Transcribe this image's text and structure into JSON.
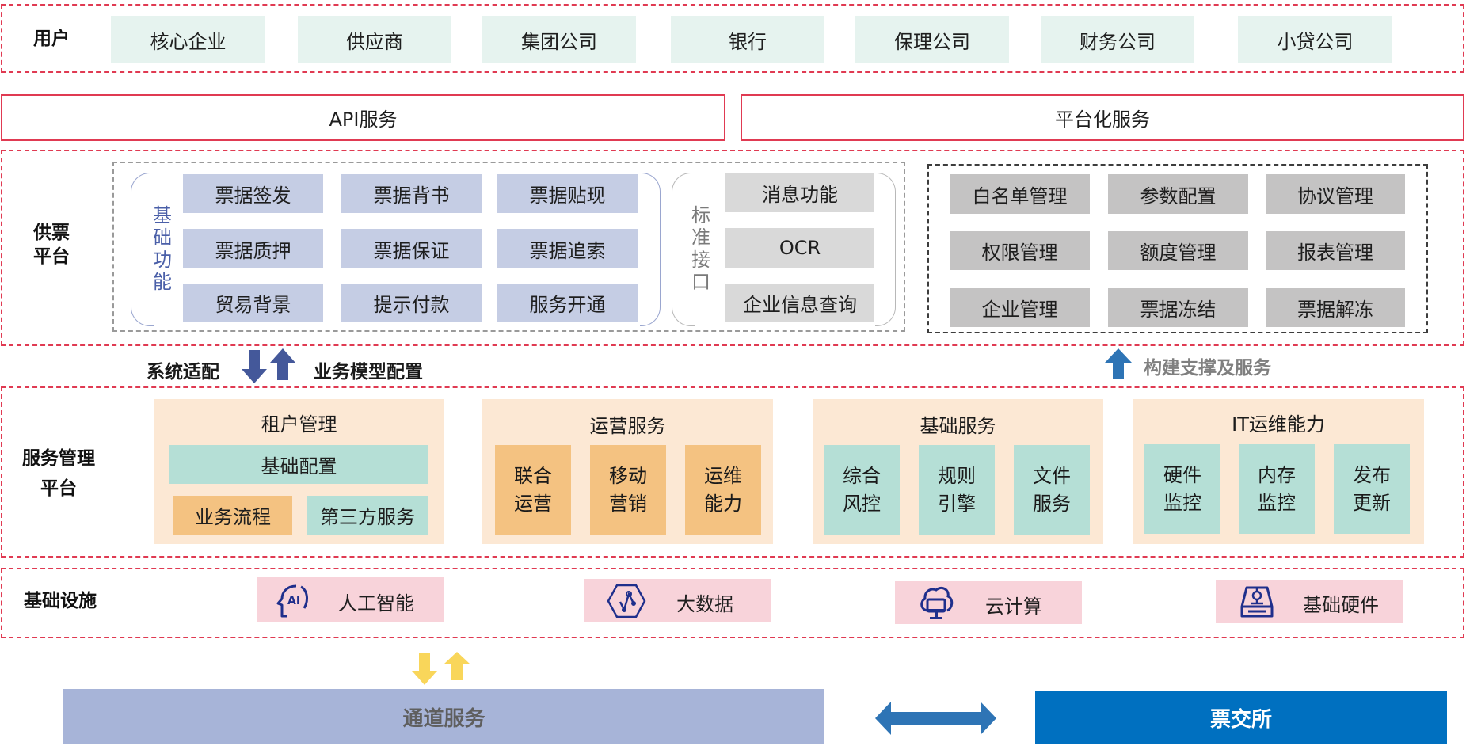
{
  "users": {
    "label": "用户",
    "items": [
      "核心企业",
      "供应商",
      "集团公司",
      "银行",
      "保理公司",
      "财务公司",
      "小贷公司"
    ]
  },
  "services_row": {
    "api": "API服务",
    "platform": "平台化服务"
  },
  "ticket_platform": {
    "label_line1": "供票",
    "label_line2": "平台",
    "basic": {
      "title": "基础功能",
      "items": [
        "票据签发",
        "票据背书",
        "票据贴现",
        "票据质押",
        "票据保证",
        "票据追索",
        "贸易背景",
        "提示付款",
        "服务开通"
      ]
    },
    "standard": {
      "title": "标准接口",
      "items": [
        "消息功能",
        "OCR",
        "企业信息查询"
      ]
    },
    "management": {
      "items": [
        "白名单管理",
        "参数配置",
        "协议管理",
        "权限管理",
        "额度管理",
        "报表管理",
        "企业管理",
        "票据冻结",
        "票据解冻"
      ]
    }
  },
  "connectors": {
    "system_adapt": "系统适配",
    "business_model": "业务模型配置",
    "build_support": "构建支撑及服务"
  },
  "service_mgmt": {
    "label_line1": "服务管理",
    "label_line2": "平台",
    "groups": [
      {
        "title": "租户管理",
        "items": [
          "基础配置",
          "业务流程",
          "第三方服务"
        ]
      },
      {
        "title": "运营服务",
        "items": [
          "联合\n运营",
          "移动\n营销",
          "运维\n能力"
        ]
      },
      {
        "title": "基础服务",
        "items": [
          "综合\n风控",
          "规则\n引擎",
          "文件\n服务"
        ]
      },
      {
        "title": "IT运维能力",
        "items": [
          "硬件\n监控",
          "内存\n监控",
          "发布\n更新"
        ]
      }
    ]
  },
  "infrastructure": {
    "label": "基础设施",
    "items": [
      {
        "label": "人工智能",
        "icon": "ai-head-icon"
      },
      {
        "label": "大数据",
        "icon": "hexagon-chart-icon"
      },
      {
        "label": "云计算",
        "icon": "cloud-monitor-icon"
      },
      {
        "label": "基础硬件",
        "icon": "hardware-drive-icon"
      }
    ]
  },
  "bottom": {
    "channel": "通道服务",
    "exchange": "票交所"
  },
  "colors": {
    "layer_border": "#e03a52",
    "user_chip": "#e6f3ef",
    "blue_chip": "#c5cde4",
    "orange": "#f4c281",
    "teal": "#b5dfd6",
    "group_bg": "#fce8d4",
    "infra_chip": "#f8d3da",
    "channel": "#a7b4d8",
    "exchange": "#0070c0",
    "arrow_blue": "#44589a",
    "arrow_yellow": "#f9d65a",
    "arrow_bright_blue": "#2e74b5"
  }
}
